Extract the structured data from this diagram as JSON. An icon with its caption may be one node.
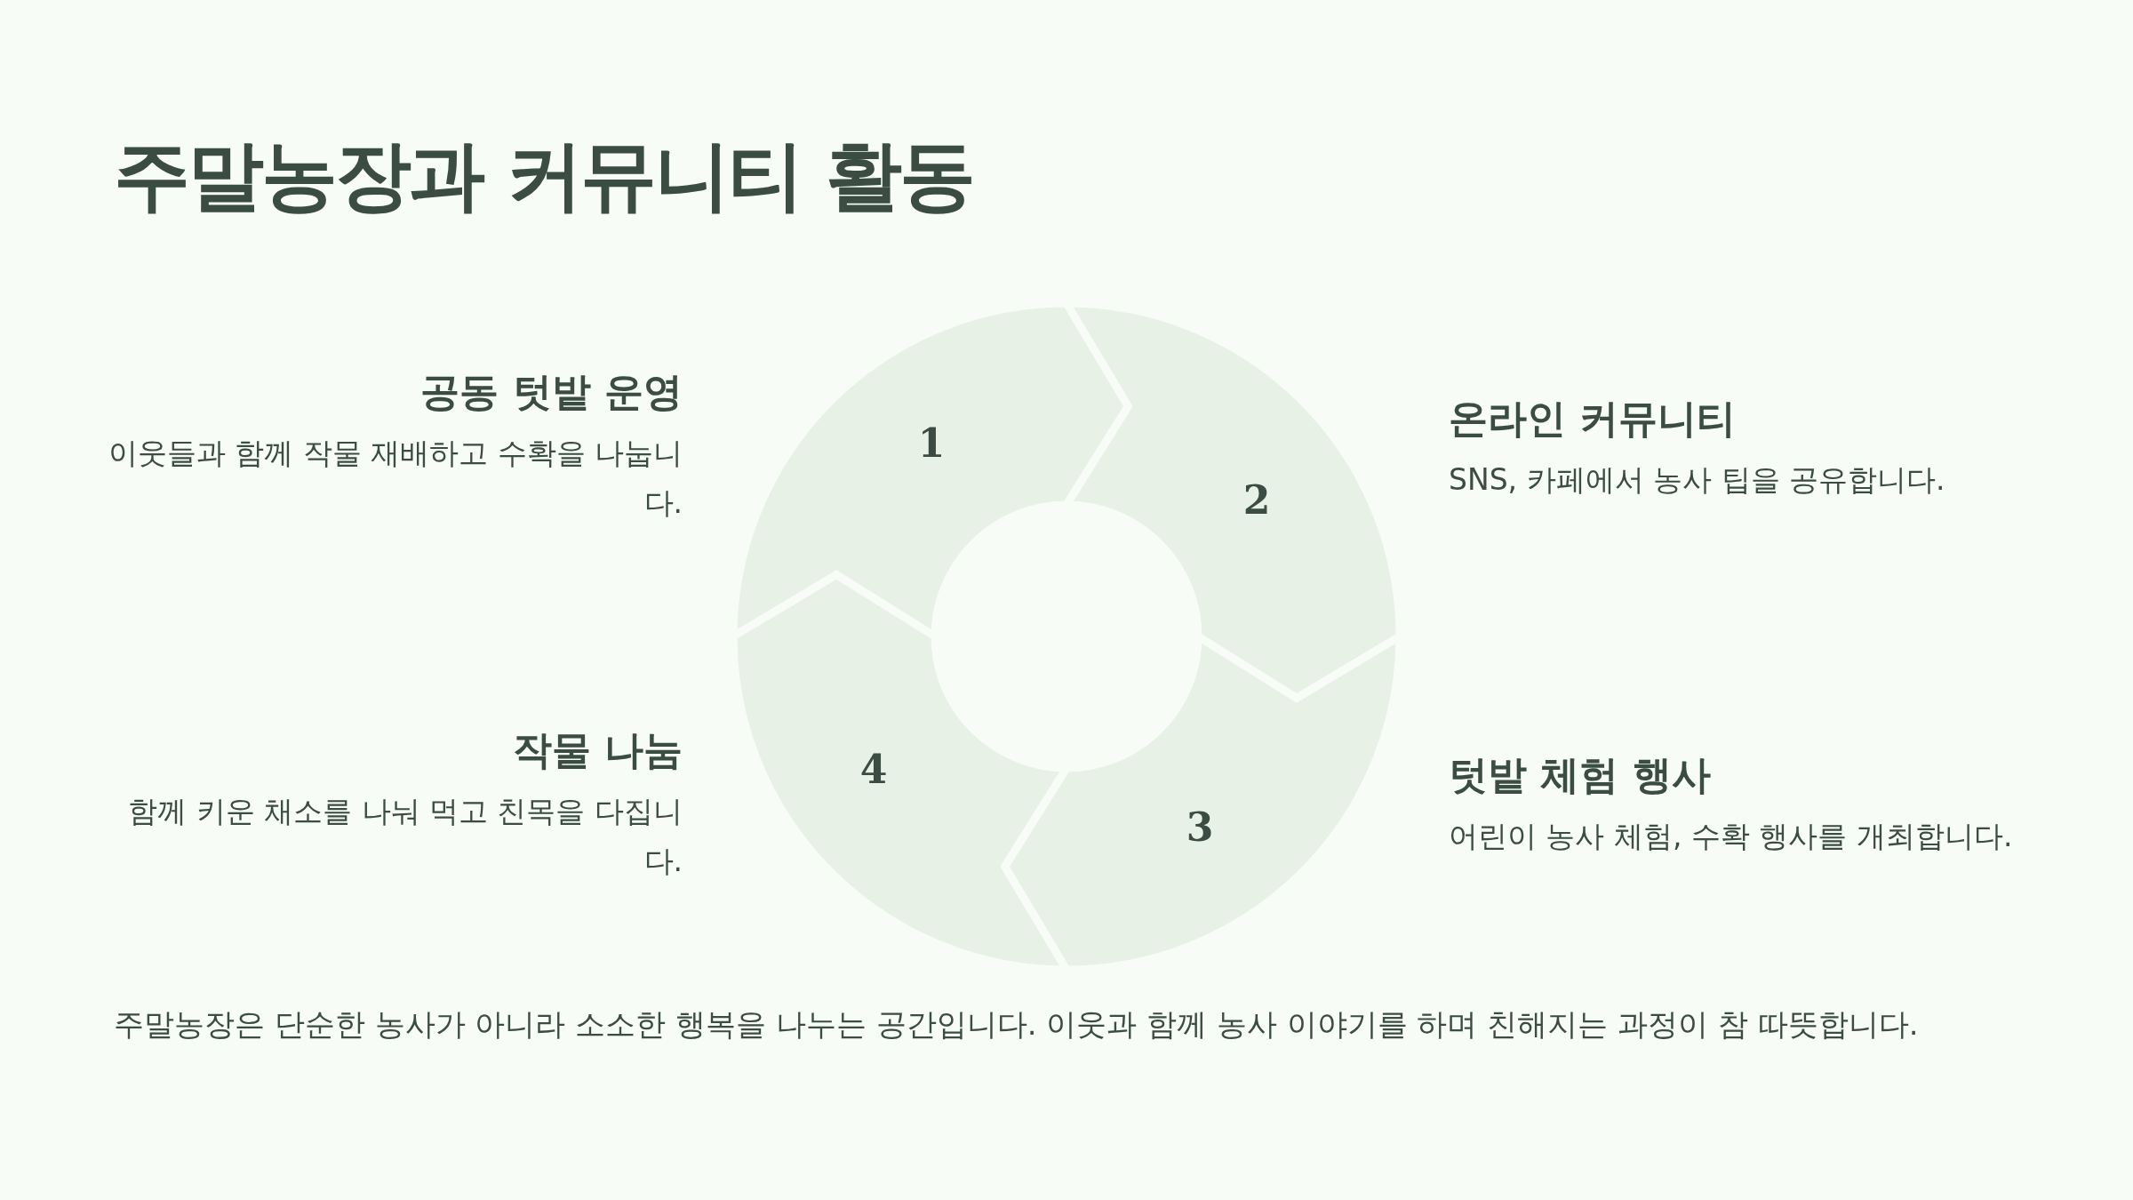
{
  "diagram": {
    "title": "주말농장과 커뮤니티 활동",
    "caption": "주말농장은 단순한 농사가 아니라 소소한 행복을 나누는 공간입니다. 이웃과 함께 농사 이야기를 하며 친해지는 과정이 참 따뜻합니다.",
    "nodes": [
      {
        "text": [
          "1"
        ],
        "beside": [
          "공동 텃밭 운영",
          "이웃들과 함께 작물 재배하고 수확을 나눕니다."
        ]
      },
      {
        "text": [
          "2"
        ],
        "beside": [
          "온라인 커뮤니티",
          "SNS, 카페에서 농사 팁을 공유합니다."
        ]
      },
      {
        "text": [
          "3"
        ],
        "beside": [
          "텃밭 체험 행사",
          "어린이 농사 체험, 수확 행사를 개최합니다."
        ]
      },
      {
        "text": [
          "4"
        ],
        "beside": [
          "작물 나눔",
          "함께 키운 채소를 나눠 먹고 친목을 다집니다."
        ]
      }
    ]
  }
}
